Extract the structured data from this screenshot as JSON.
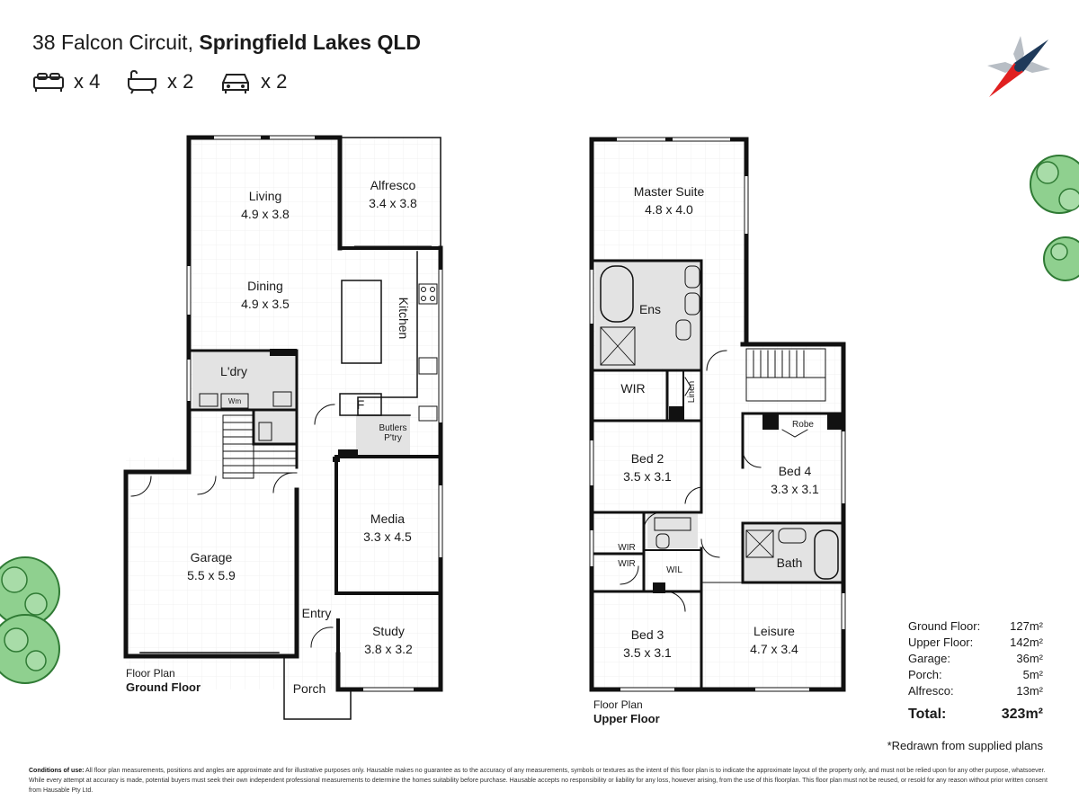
{
  "header": {
    "address": "38 Falcon Circuit,",
    "suburb": "Springfield Lakes QLD"
  },
  "features": [
    {
      "icon": "bed-icon",
      "count": "x 4"
    },
    {
      "icon": "bath-icon",
      "count": "x 2"
    },
    {
      "icon": "car-icon",
      "count": "x 2"
    }
  ],
  "ground_floor": {
    "caption_small": "Floor Plan",
    "caption_bold": "Ground Floor",
    "rooms": {
      "living": {
        "name": "Living",
        "size": "4.9 x 3.8"
      },
      "alfresco": {
        "name": "Alfresco",
        "size": "3.4 x 3.8"
      },
      "dining": {
        "name": "Dining",
        "size": "4.9 x 3.5"
      },
      "kitchen": {
        "name": "Kitchen"
      },
      "laundry": {
        "name": "L'dry"
      },
      "wm": {
        "name": "Wm"
      },
      "fridge": {
        "name": "F"
      },
      "butlers_1": {
        "name": "Butlers"
      },
      "butlers_2": {
        "name": "P'try"
      },
      "media": {
        "name": "Media",
        "size": "3.3 x 4.5"
      },
      "garage": {
        "name": "Garage",
        "size": "5.5 x 5.9"
      },
      "entry": {
        "name": "Entry"
      },
      "study": {
        "name": "Study",
        "size": "3.8 x 3.2"
      },
      "porch": {
        "name": "Porch"
      }
    }
  },
  "upper_floor": {
    "caption_small": "Floor Plan",
    "caption_bold": "Upper Floor",
    "rooms": {
      "master": {
        "name": "Master Suite",
        "size": "4.8 x 4.0"
      },
      "ens": {
        "name": "Ens"
      },
      "wir_master": {
        "name": "WIR"
      },
      "linen": {
        "name": "Linen"
      },
      "bed2": {
        "name": "Bed 2",
        "size": "3.5 x 3.1"
      },
      "robe": {
        "name": "Robe"
      },
      "bed4": {
        "name": "Bed 4",
        "size": "3.3 x 3.1"
      },
      "wir_bed2": {
        "name": "WIR"
      },
      "wir_bed3": {
        "name": "WIR"
      },
      "wil": {
        "name": "WIL"
      },
      "bath": {
        "name": "Bath"
      },
      "bed3": {
        "name": "Bed 3",
        "size": "3.5 x 3.1"
      },
      "leisure": {
        "name": "Leisure",
        "size": "4.7 x 3.4"
      }
    }
  },
  "areas": [
    {
      "label": "Ground Floor:",
      "value": "127m²"
    },
    {
      "label": "Upper Floor:",
      "value": "142m²"
    },
    {
      "label": "Garage:",
      "value": "36m²"
    },
    {
      "label": "Porch:",
      "value": "5m²"
    },
    {
      "label": "Alfresco:",
      "value": "13m²"
    }
  ],
  "total": {
    "label": "Total:",
    "value": "323m²"
  },
  "note": "*Redrawn from supplied plans",
  "conditions": {
    "label": "Conditions of use:",
    "text": "All floor plan measurements, positions and angles are approximate and for illustrative purposes only. Hausable makes no guarantee as to the accuracy of any measurements, symbols or textures as the intent of this floor plan is to indicate the approximate layout of the property only, and must not be relied upon for any other purpose, whatsoever. While every attempt at accuracy is made, potential buyers must seek their own independent professional measurements to determine the homes suitability before purchase. Hausable accepts no responsibility or liability for any loss, however arising, from the use of this floorplan. This floor plan must not be reused, or resold for any reason without prior written consent from Hausable Pty Ltd."
  },
  "colors": {
    "wall": "#111111",
    "wet_area": "#e3e3e3",
    "grid": "#f0f0f0",
    "tree_fill": "#8fd08f",
    "tree_stroke": "#2f7a34",
    "compass_red": "#e02020",
    "compass_blue": "#1f3a5a"
  }
}
